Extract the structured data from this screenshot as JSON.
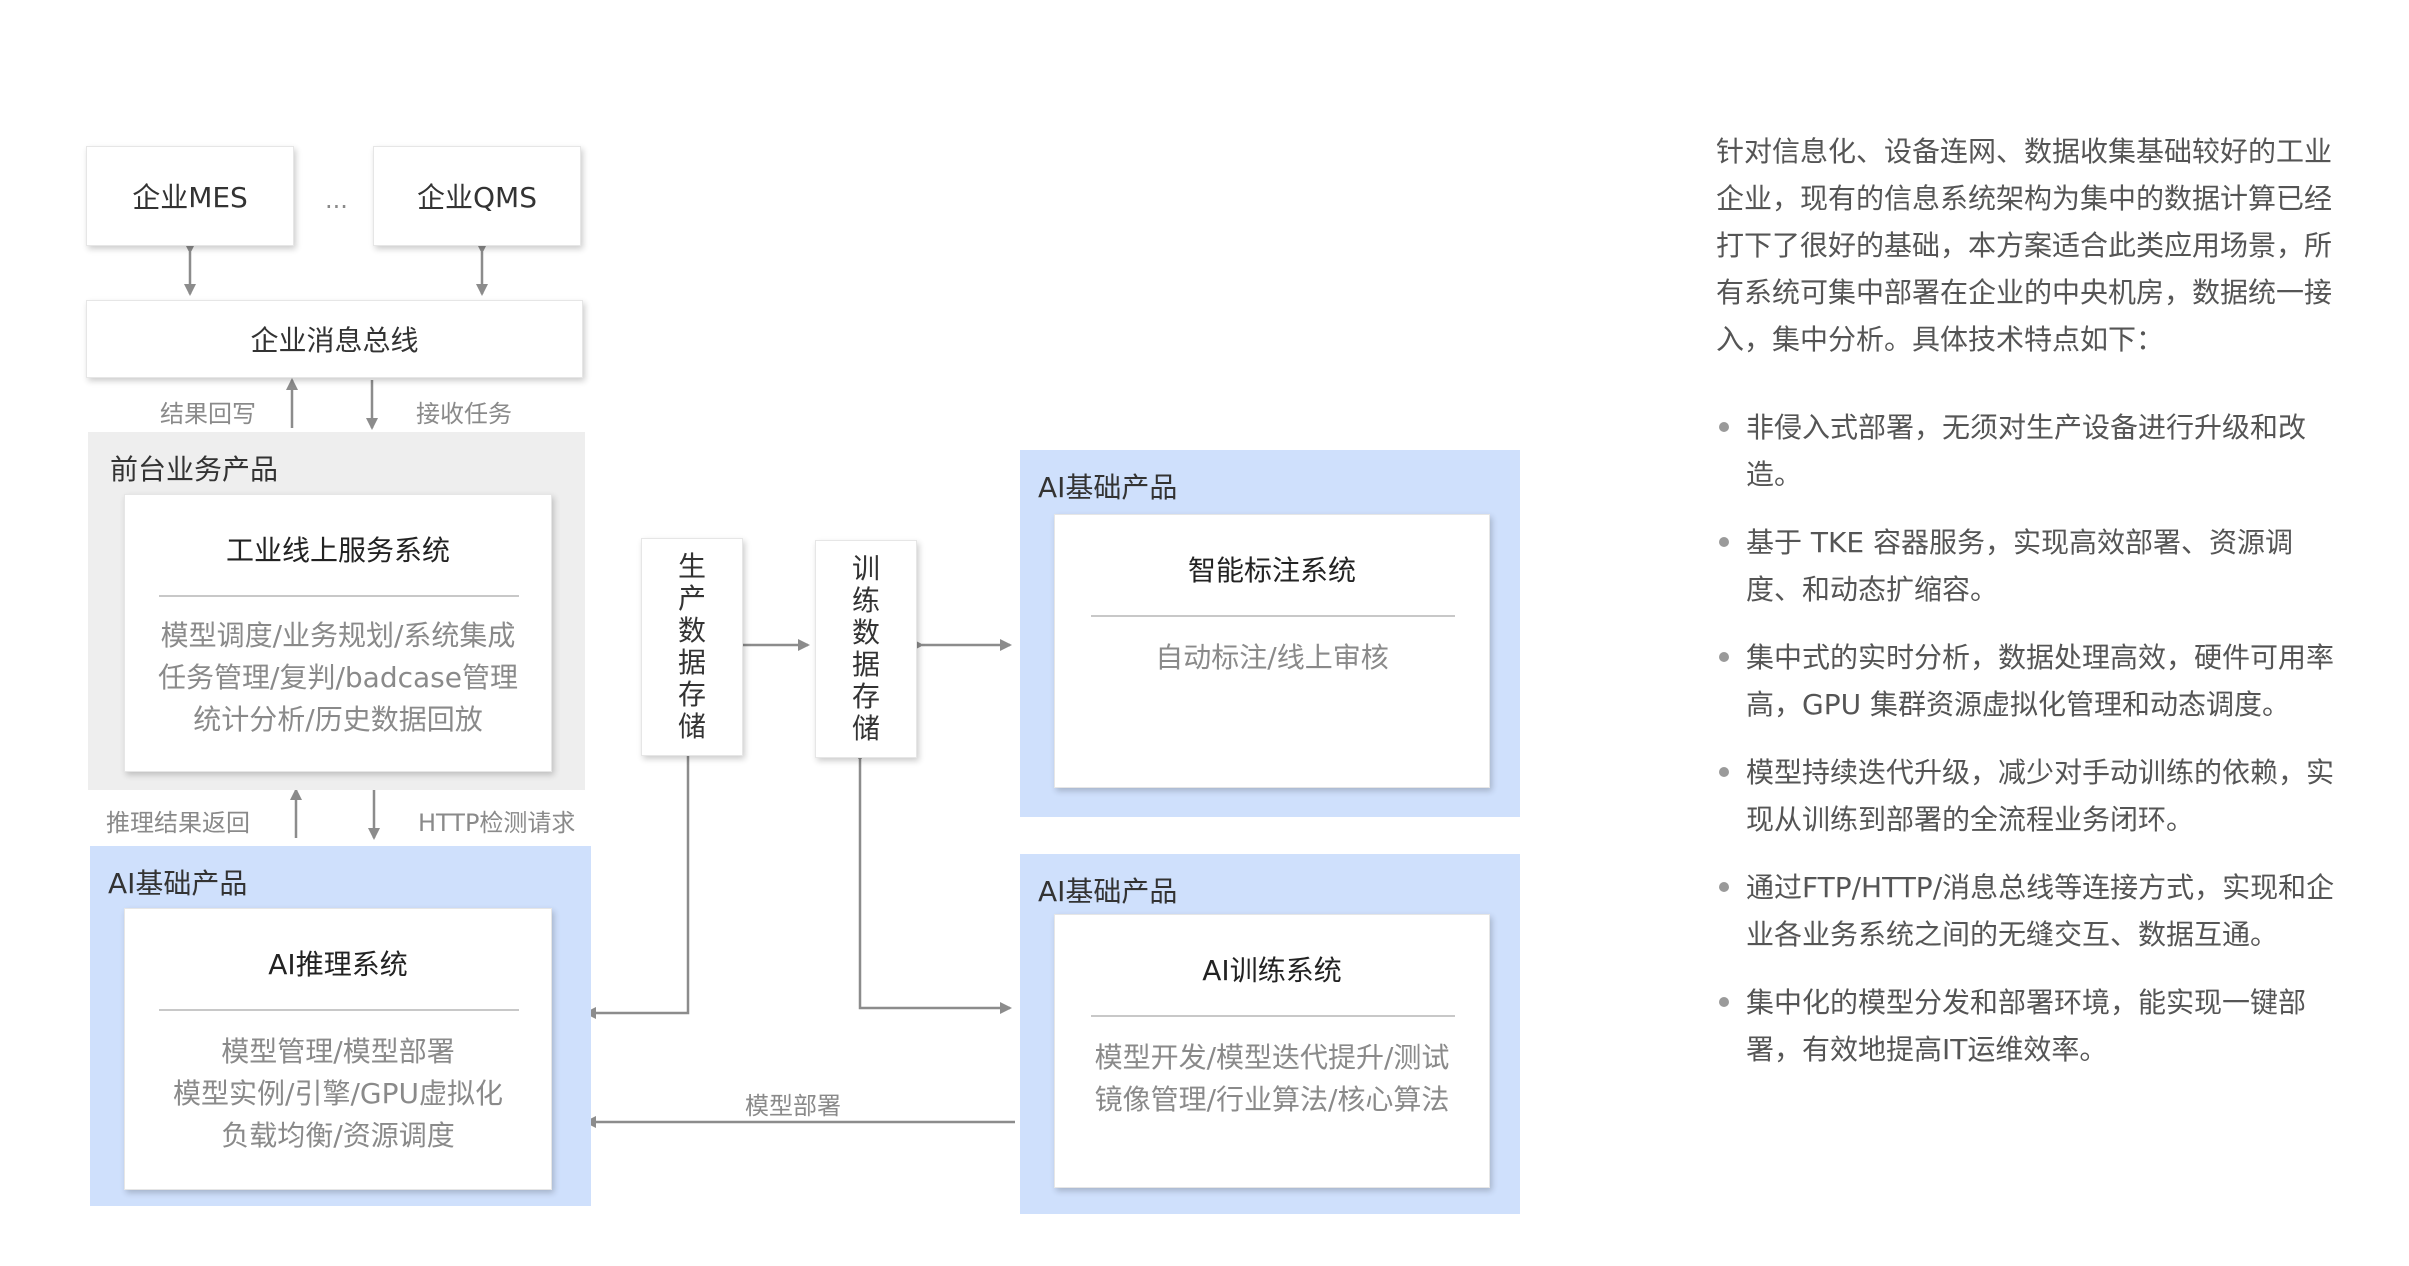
{
  "diagram": {
    "top_boxes": {
      "mes": "企业MES",
      "ellipsis": "...",
      "qms": "企业QMS"
    },
    "message_bus": "企业消息总线",
    "bus_labels": {
      "result_writeback": "结果回写",
      "receive_task": "接收任务"
    },
    "frontend_panel": {
      "title": "前台业务产品",
      "system": {
        "title": "工业线上服务系统",
        "lines": [
          "模型调度/业务规划/系统集成",
          "任务管理/复判/badcase管理",
          "统计分析/历史数据回放"
        ]
      }
    },
    "inference_labels": {
      "result_return": "推理结果返回",
      "http_request": "HTTP检测请求"
    },
    "inference_panel": {
      "title": "AI基础产品",
      "system": {
        "title": "AI推理系统",
        "lines": [
          "模型管理/模型部署",
          "模型实例/引擎/GPU虚拟化",
          "负载均衡/资源调度"
        ]
      }
    },
    "storage_production": [
      "生",
      "产",
      "数",
      "据",
      "存",
      "储"
    ],
    "storage_training": [
      "训",
      "练",
      "数",
      "据",
      "存",
      "储"
    ],
    "annotation_panel": {
      "title": "AI基础产品",
      "system": {
        "title": "智能标注系统",
        "lines": [
          "自动标注/线上审核"
        ]
      }
    },
    "training_panel": {
      "title": "AI基础产品",
      "system": {
        "title": "AI训练系统",
        "lines": [
          "模型开发/模型迭代提升/测试",
          "镜像管理/行业算法/核心算法"
        ]
      }
    },
    "model_deploy_label": "模型部署"
  },
  "description": {
    "intro": [
      "针对信息化、设备连网、数据收集基础较好的工业",
      "企业，现有的信息系统架构为集中的数据计算已经",
      "打下了很好的基础，本方案适合此类应用场景，所",
      "有系统可集中部署在企业的中央机房，数据统一接",
      "入，集中分析。具体技术特点如下："
    ],
    "bullets": [
      [
        "非侵入式部署，无须对生产设备进行升级和改",
        "造。"
      ],
      [
        "基于 TKE 容器服务，实现高效部署、资源调",
        "度、和动态扩缩容。"
      ],
      [
        "集中式的实时分析，数据处理高效，硬件可用率",
        "高，GPU 集群资源虚拟化管理和动态调度。"
      ],
      [
        "模型持续迭代升级，减少对手动训练的依赖，实",
        "现从训练到部署的全流程业务闭环。"
      ],
      [
        "通过FTP/HTTP/消息总线等连接方式，实现和企",
        "业各业务系统之间的无缝交互、数据互通。"
      ],
      [
        "集中化的模型分发和部署环境，能实现一键部",
        "署，有效地提高IT运维效率。"
      ]
    ]
  }
}
